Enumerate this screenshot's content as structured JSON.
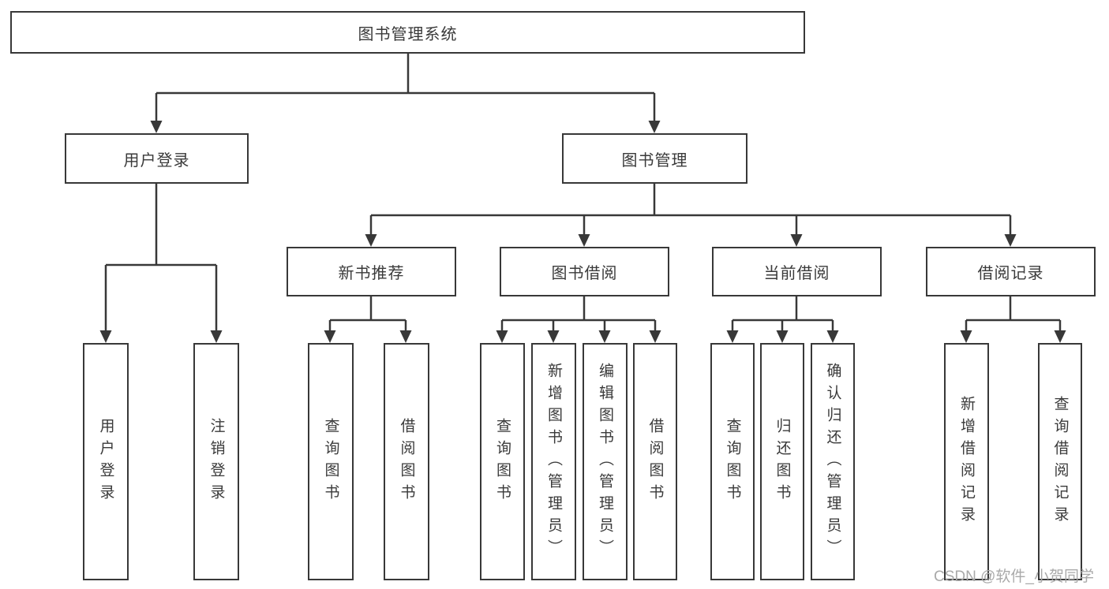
{
  "title": "图书管理系统",
  "colors": {
    "line": "#383838",
    "text": "#3a3a3a",
    "box_background": "#ffffff",
    "watermark": "#a9a9a9"
  },
  "tree": {
    "root": {
      "label": "图书管理系统"
    },
    "branches": [
      {
        "label": "用户登录",
        "children": [
          {
            "label": "用户登录"
          },
          {
            "label": "注销登录"
          }
        ]
      },
      {
        "label": "图书管理",
        "children": [
          {
            "label": "新书推荐",
            "children": [
              {
                "label": "查询图书"
              },
              {
                "label": "借阅图书"
              }
            ]
          },
          {
            "label": "图书借阅",
            "children": [
              {
                "label": "查询图书"
              },
              {
                "label": "新增图书（管理员）"
              },
              {
                "label": "编辑图书（管理员）"
              },
              {
                "label": "借阅图书"
              }
            ]
          },
          {
            "label": "当前借阅",
            "children": [
              {
                "label": "查询图书"
              },
              {
                "label": "归还图书"
              },
              {
                "label": "确认归还（管理员）"
              }
            ]
          },
          {
            "label": "借阅记录",
            "children": [
              {
                "label": "新增借阅记录"
              },
              {
                "label": "查询借阅记录"
              }
            ]
          }
        ]
      }
    ]
  },
  "watermark": {
    "text": "CSDN @软件_小贺同学"
  }
}
